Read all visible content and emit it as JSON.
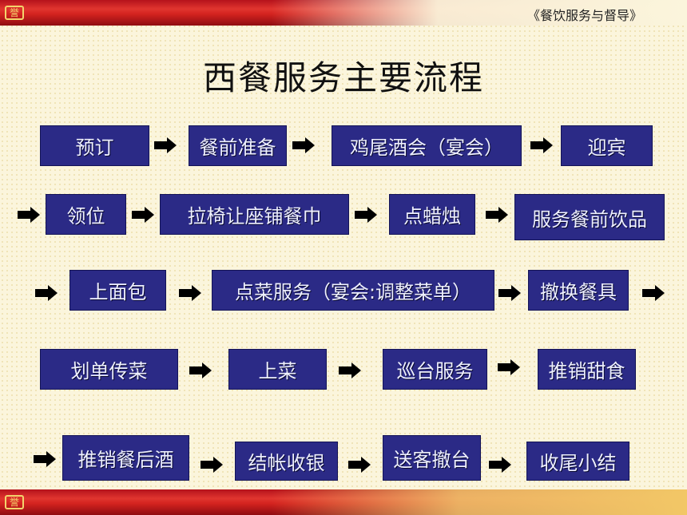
{
  "header": {
    "book_title": "《餐饮服务与督导》",
    "logo_glyph": "誉"
  },
  "title": "西餐服务主要流程",
  "steps": [
    "预订",
    "餐前准备",
    "鸡尾酒会（宴会）",
    "迎宾",
    "领位",
    "拉椅让座铺餐巾",
    "点蜡烛",
    "服务餐前饮品",
    "上面包",
    "点菜服务（宴会:调整菜单）",
    "撤换餐具",
    "划单传菜",
    "上菜",
    "巡台服务",
    "推销甜食",
    "推销餐后酒",
    "结帐收银",
    "送客撤台",
    "收尾小结"
  ],
  "colors": {
    "box_fill": "#2b2a86",
    "box_text": "#eef0ff",
    "band_red": "#d4231f",
    "background": "#fbf5dc"
  }
}
